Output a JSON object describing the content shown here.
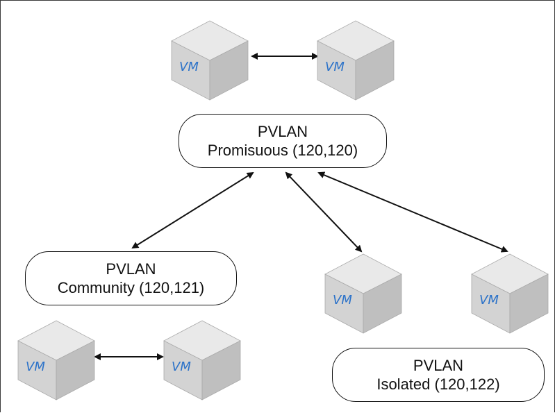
{
  "nodes": {
    "promiscuous": {
      "title": "PVLAN",
      "subtitle": "Promisuous (120,120)"
    },
    "community": {
      "title": "PVLAN",
      "subtitle": "Community (120,121)"
    },
    "isolated": {
      "title": "PVLAN",
      "subtitle": "Isolated (120,122)"
    }
  },
  "vm": {
    "label": "VM"
  },
  "colors": {
    "cube_top": "#e9e9e9",
    "cube_left": "#d3d3d3",
    "cube_right": "#bfbfbf",
    "cube_edge": "#aaaaaa",
    "vm_text": "#2b72c9",
    "arrow": "#111111"
  }
}
